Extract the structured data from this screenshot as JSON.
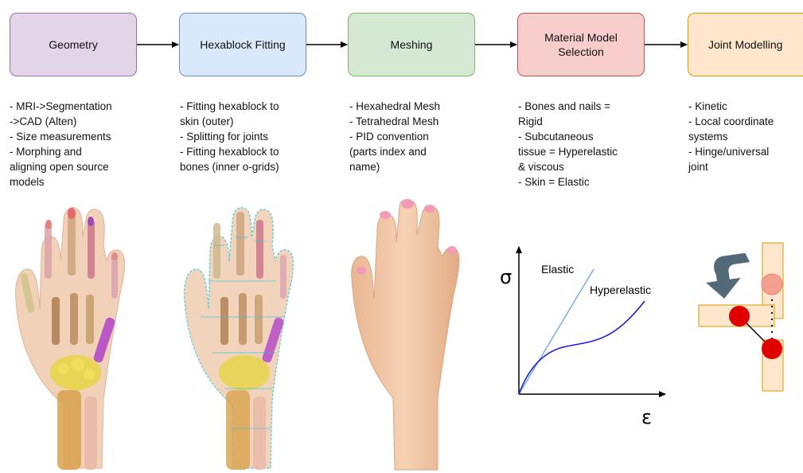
{
  "steps": [
    {
      "title": "Geometry",
      "notes": [
        "- MRI->Segmentation",
        "->CAD (Alten)",
        "- Size measurements",
        "- Morphing and",
        "aligning open source",
        "models"
      ]
    },
    {
      "title": "Hexablock Fitting",
      "notes": [
        "- Fitting hexablock to",
        "skin (outer)",
        "- Splitting for joints",
        "- Fitting hexablock to",
        "bones (inner o-grids)"
      ]
    },
    {
      "title": "Meshing",
      "notes": [
        "- Hexahedral Mesh",
        "- Tetrahedral Mesh",
        "- PID convention",
        "(parts index and",
        "name)"
      ]
    },
    {
      "title": "Material Model\nSelection",
      "notes": [
        "- Bones and nails =",
        "Rigid",
        "- Subcutaneous",
        "tissue = Hyperelastic",
        "& viscous",
        "- Skin = Elastic"
      ]
    },
    {
      "title": "Joint Modelling",
      "notes": [
        "- Kinetic",
        "- Local coordinate",
        "systems",
        "- Hinge/universal",
        "joint"
      ]
    }
  ],
  "stress_strain": {
    "y_symbol": "σ",
    "x_symbol": "ε",
    "elastic_label": "Elastic",
    "hyperelastic_label": "Hyperelastic"
  },
  "colors": {
    "geometry_fill": "#e1d5e7",
    "hexa_fill": "#dae8fc",
    "meshing_fill": "#d5e8d4",
    "material_fill": "#f8cecc",
    "joint_fill": "#ffe6cc",
    "skin": "#f2c7a5",
    "bone": "#d8a24c",
    "joint_red": "#e00000"
  },
  "images": [
    "hand-bones-icon",
    "hand-hexablock-icon",
    "hand-mesh-icon",
    "stress-strain-chart",
    "joint-hinge-icon"
  ]
}
